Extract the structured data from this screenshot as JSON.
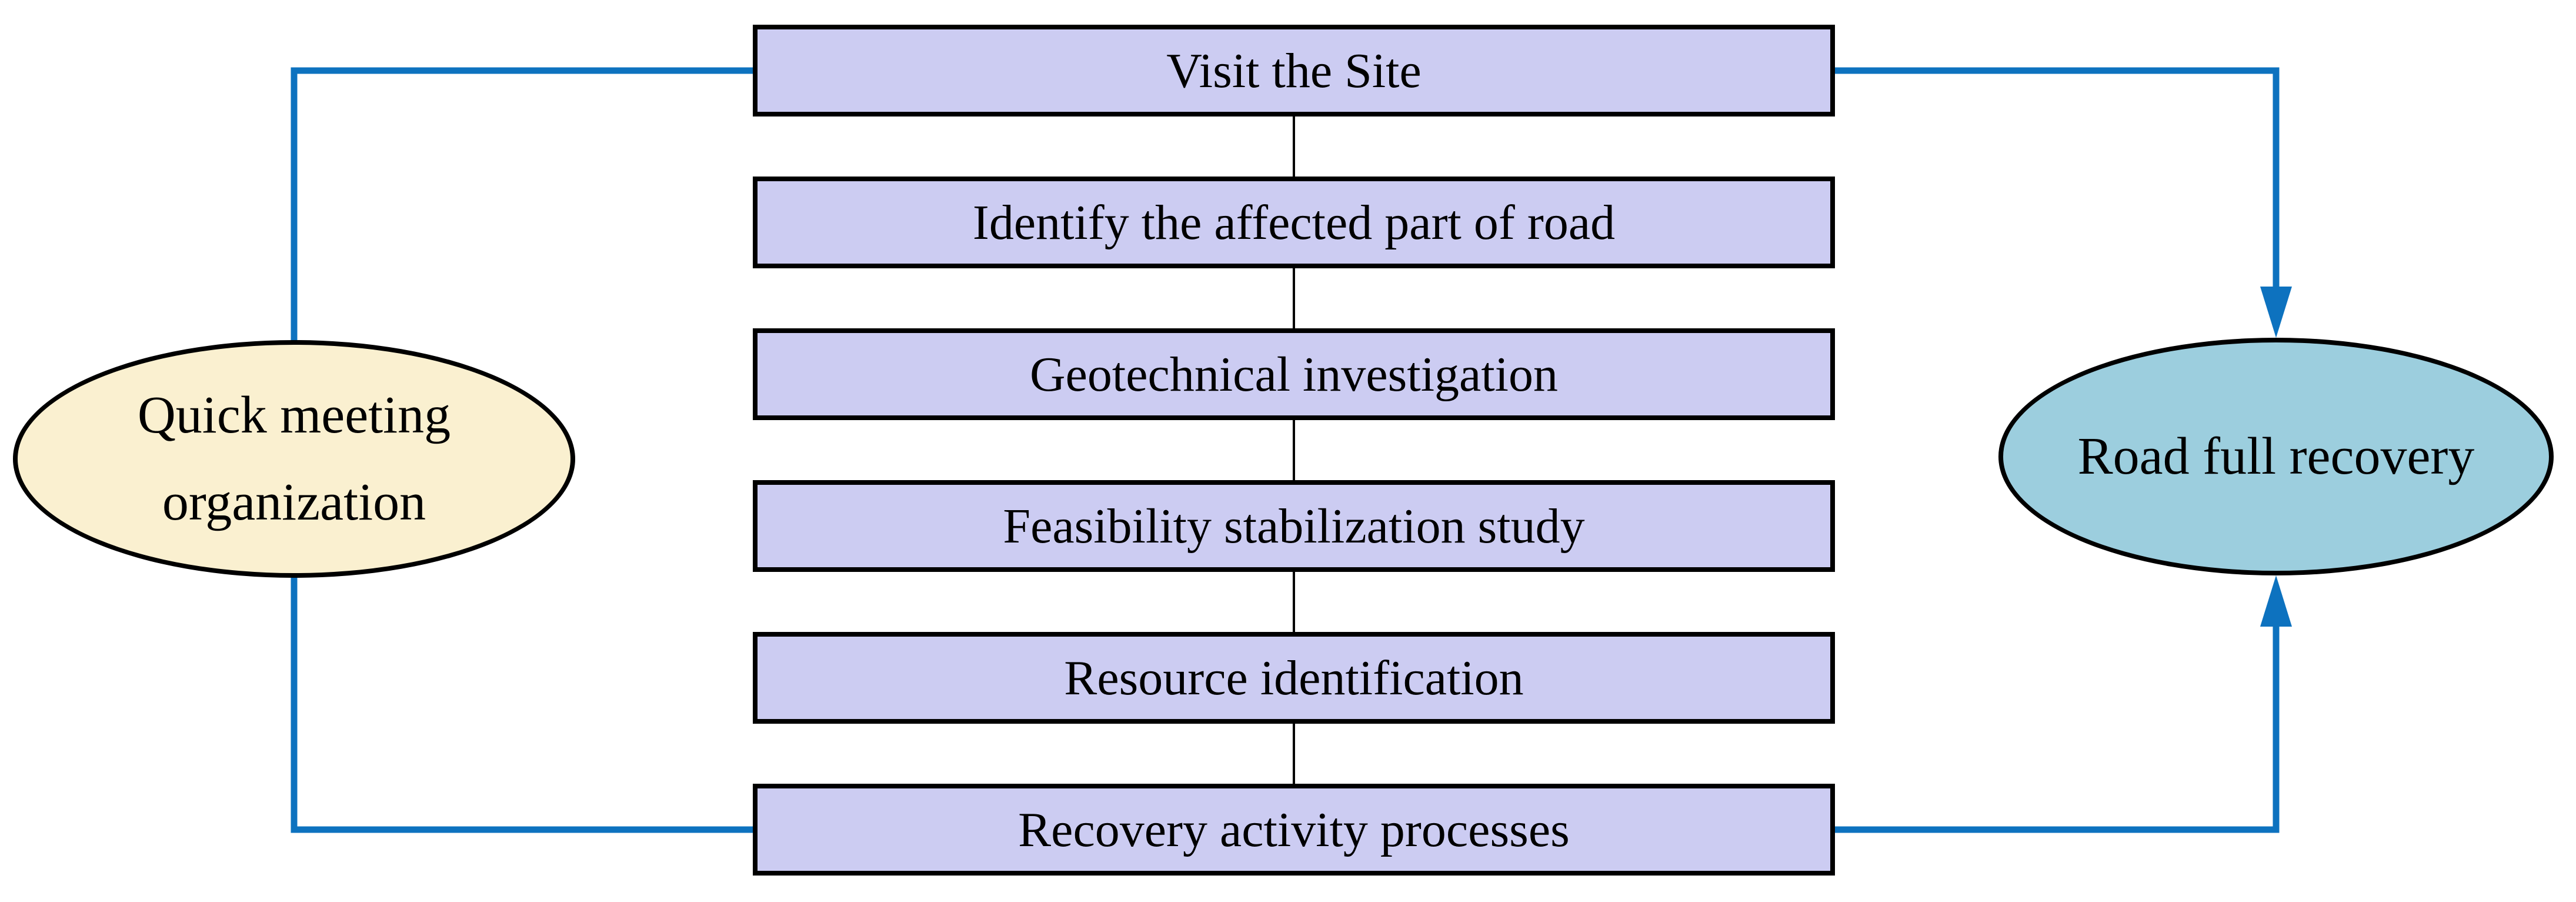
{
  "diagram": {
    "process_steps": [
      {
        "label": "Visit the Site"
      },
      {
        "label": "Identify the affected part of road"
      },
      {
        "label": "Geotechnical investigation"
      },
      {
        "label": "Feasibility stabilization study"
      },
      {
        "label": "Resource identification"
      },
      {
        "label": "Recovery activity processes"
      }
    ],
    "start_node": {
      "label": "Quick meeting organization"
    },
    "end_node": {
      "label": "Road full recovery"
    }
  },
  "colors": {
    "process-fill": "#ccccf2",
    "process-border": "#000000",
    "start-fill": "#faf0d0",
    "end-fill": "#9ccede",
    "connector": "#0d72bf",
    "step-line": "#000000"
  }
}
